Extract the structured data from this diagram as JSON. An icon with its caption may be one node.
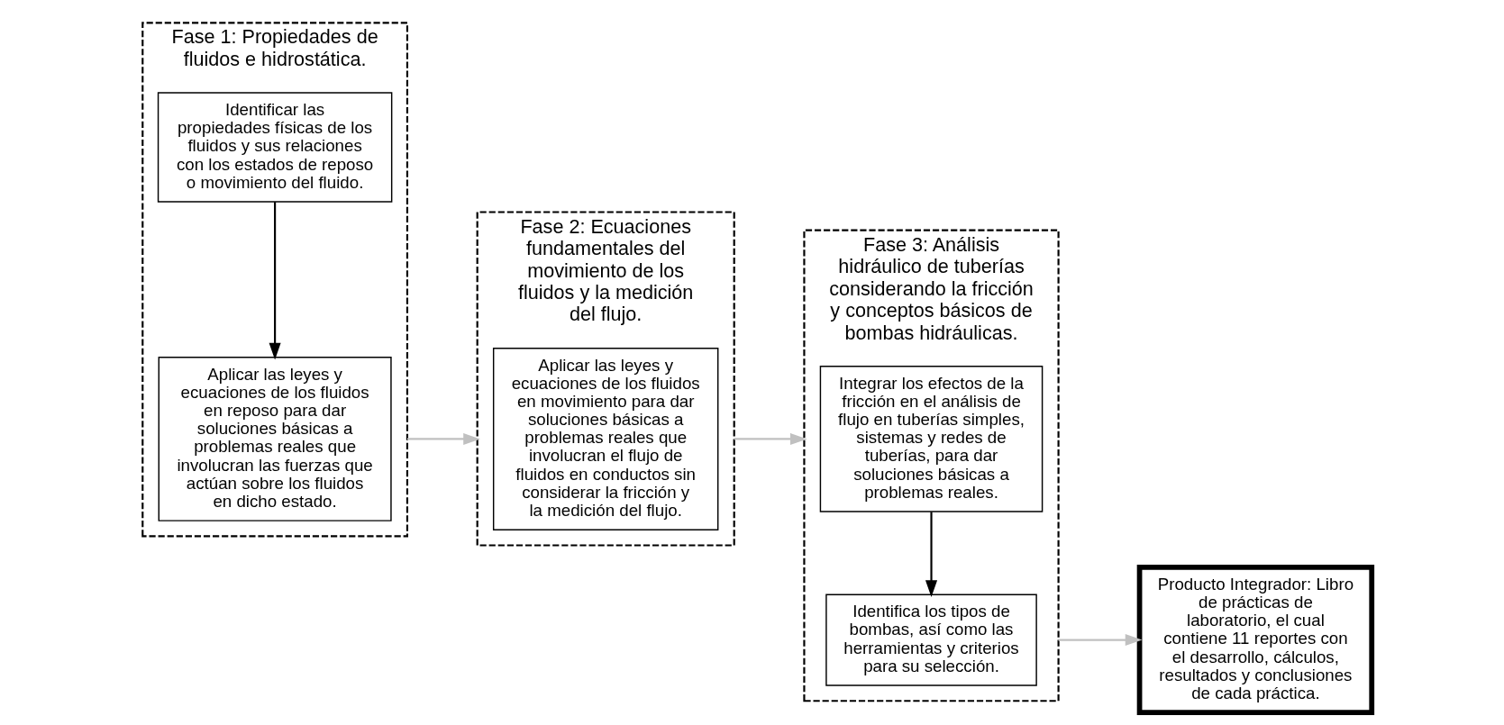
{
  "diagram": {
    "nodes": [
      {
        "text": [
          "Fase 1: Propiedades de fluidos e hidrostática."
        ]
      },
      {
        "text": [
          "Identificar las propiedades físicas de los fluidos y sus relaciones con los estados de reposo o movimiento del fluido."
        ],
        "in": 0
      },
      {
        "text": [
          "Aplicar las leyes y ecuaciones de los fluidos en reposo para dar soluciones básicas a problemas reales que involucran las fuerzas que actúan sobre los fluidos en dicho estado."
        ],
        "in": 0
      },
      {
        "text": [
          "Fase 2: Ecuaciones fundamentales del movimiento de los fluidos y la medición del flujo."
        ]
      },
      {
        "text": [
          "Aplicar las leyes y ecuaciones de los fluidos en movimiento para dar soluciones básicas a problemas reales que involucran el flujo de fluidos en conductos sin considerar la fricción y la medición del flujo."
        ],
        "in": 3
      },
      {
        "text": [
          "Fase 3: Análisis hidráulico de tuberías considerando la fricción y conceptos básicos de bombas hidráulicas."
        ]
      },
      {
        "text": [
          "Integrar los efectos de la fricción en el análisis de flujo en tuberías simples, sistemas y redes de tuberías, para dar soluciones básicas a problemas reales."
        ],
        "in": 5
      },
      {
        "text": [
          "Identifica los tipos de bombas, así como las herramientas y criterios para su selección."
        ],
        "in": 5
      },
      {
        "text": [
          "Producto Integrador: Libro de prácticas de laboratorio, el cual contiene 11 reportes con el desarrollo, cálculos, resultados y conclusiones de cada práctica."
        ]
      }
    ],
    "edges": [
      {
        "from": 1,
        "to": 2,
        "arrow": "to",
        "color": "#000000"
      },
      {
        "from": 0,
        "to": 3,
        "arrow": "to",
        "color": "#c0c0c0"
      },
      {
        "from": 3,
        "to": 5,
        "arrow": "to",
        "color": "#c0c0c0"
      },
      {
        "from": 6,
        "to": 7,
        "arrow": "to",
        "color": "#000000"
      },
      {
        "from": 5,
        "to": 8,
        "arrow": "to",
        "color": "#c0c0c0"
      }
    ]
  }
}
